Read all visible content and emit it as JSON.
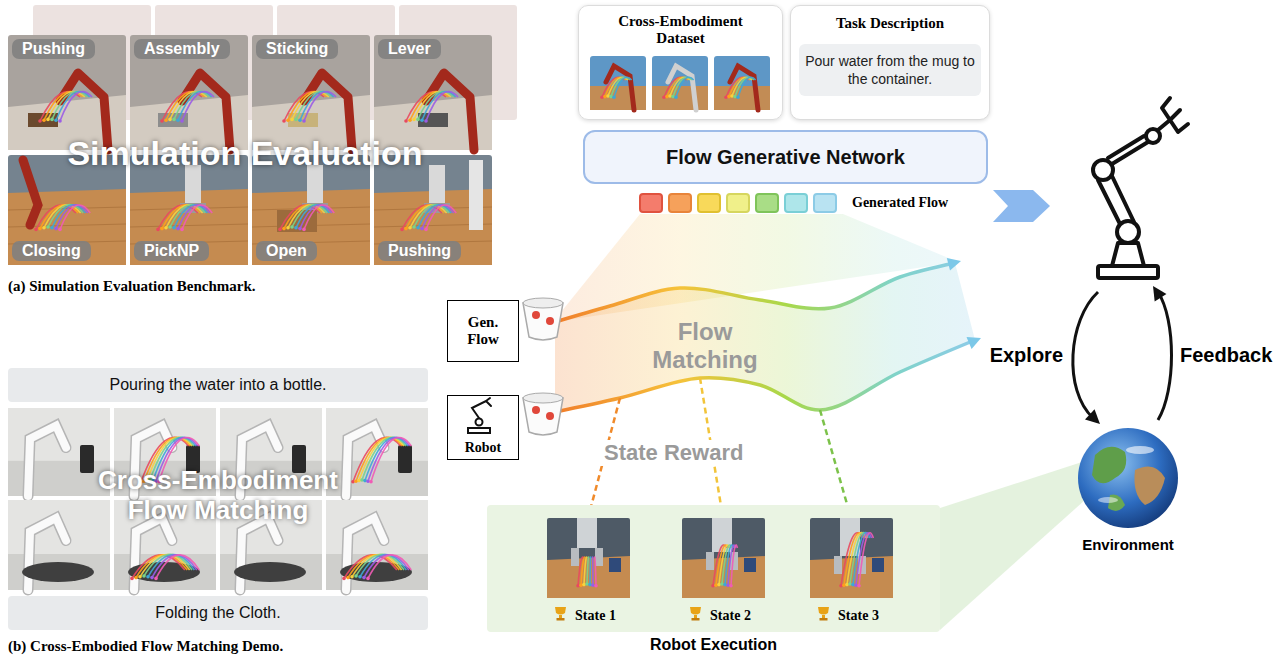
{
  "diagram": {
    "nodes": [
      {
        "text": [
          "Pushing"
        ]
      },
      {
        "text": [
          "Assembly"
        ]
      },
      {
        "text": [
          "Sticking"
        ]
      },
      {
        "text": [
          "Lever"
        ]
      },
      {
        "text": [
          "Closing"
        ]
      },
      {
        "text": [
          "PickNP"
        ]
      },
      {
        "text": [
          "Open"
        ]
      },
      {
        "text": [
          "Pushing"
        ]
      },
      {
        "text": [
          "Pouring the water into a bottle."
        ]
      },
      {
        "text": [
          "Folding the Cloth."
        ]
      },
      {
        "text": [
          "Cross-Embodiment Dataset"
        ]
      },
      {
        "text": [
          "Task Description",
          "Pour water from the mug to the container."
        ]
      },
      {
        "text": [
          "Flow Generative Network"
        ]
      },
      {
        "text": [
          "Gen. Flow"
        ]
      },
      {
        "text": [
          "Robot"
        ]
      },
      {
        "text": [
          "Robot Execution"
        ]
      },
      {
        "text": [
          "State 1"
        ],
        "in": 15
      },
      {
        "text": [
          "State 2"
        ],
        "in": 15
      },
      {
        "text": [
          "State 3"
        ],
        "in": 15
      },
      {
        "text": [
          "Environment"
        ]
      }
    ],
    "labels": [
      "Simulation Evaluation",
      "(a) Simulation Evaluation Benchmark.",
      "Cross-Embodiment Flow Matching",
      "(b) Cross-Embodied Flow Matching Demo.",
      "Generated Flow",
      "Flow Matching",
      "State Reward",
      "Explore",
      "Feedback"
    ]
  }
}
